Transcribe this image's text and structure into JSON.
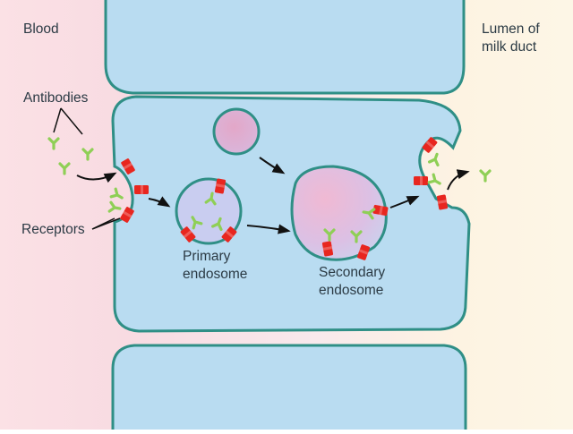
{
  "labels": {
    "blood": "Blood",
    "lumen_line1": "Lumen of",
    "lumen_line2": "milk duct",
    "antibodies": "Antibodies",
    "receptors": "Receptors",
    "primary_line1": "Primary",
    "primary_line2": "endosome",
    "secondary_line1": "Secondary",
    "secondary_line2": "endosome"
  },
  "colors": {
    "blood_bg": "#fbe3e6",
    "lumen_bg": "#fdf5e3",
    "cell_fill": "#b9dcf1",
    "membrane": "#2f8f86",
    "vesicle_fill": "#e7b6cf",
    "receptor": "#e8261f",
    "antibody": "#8fcf56",
    "arrow": "#111111",
    "text": "#2b3a44"
  }
}
